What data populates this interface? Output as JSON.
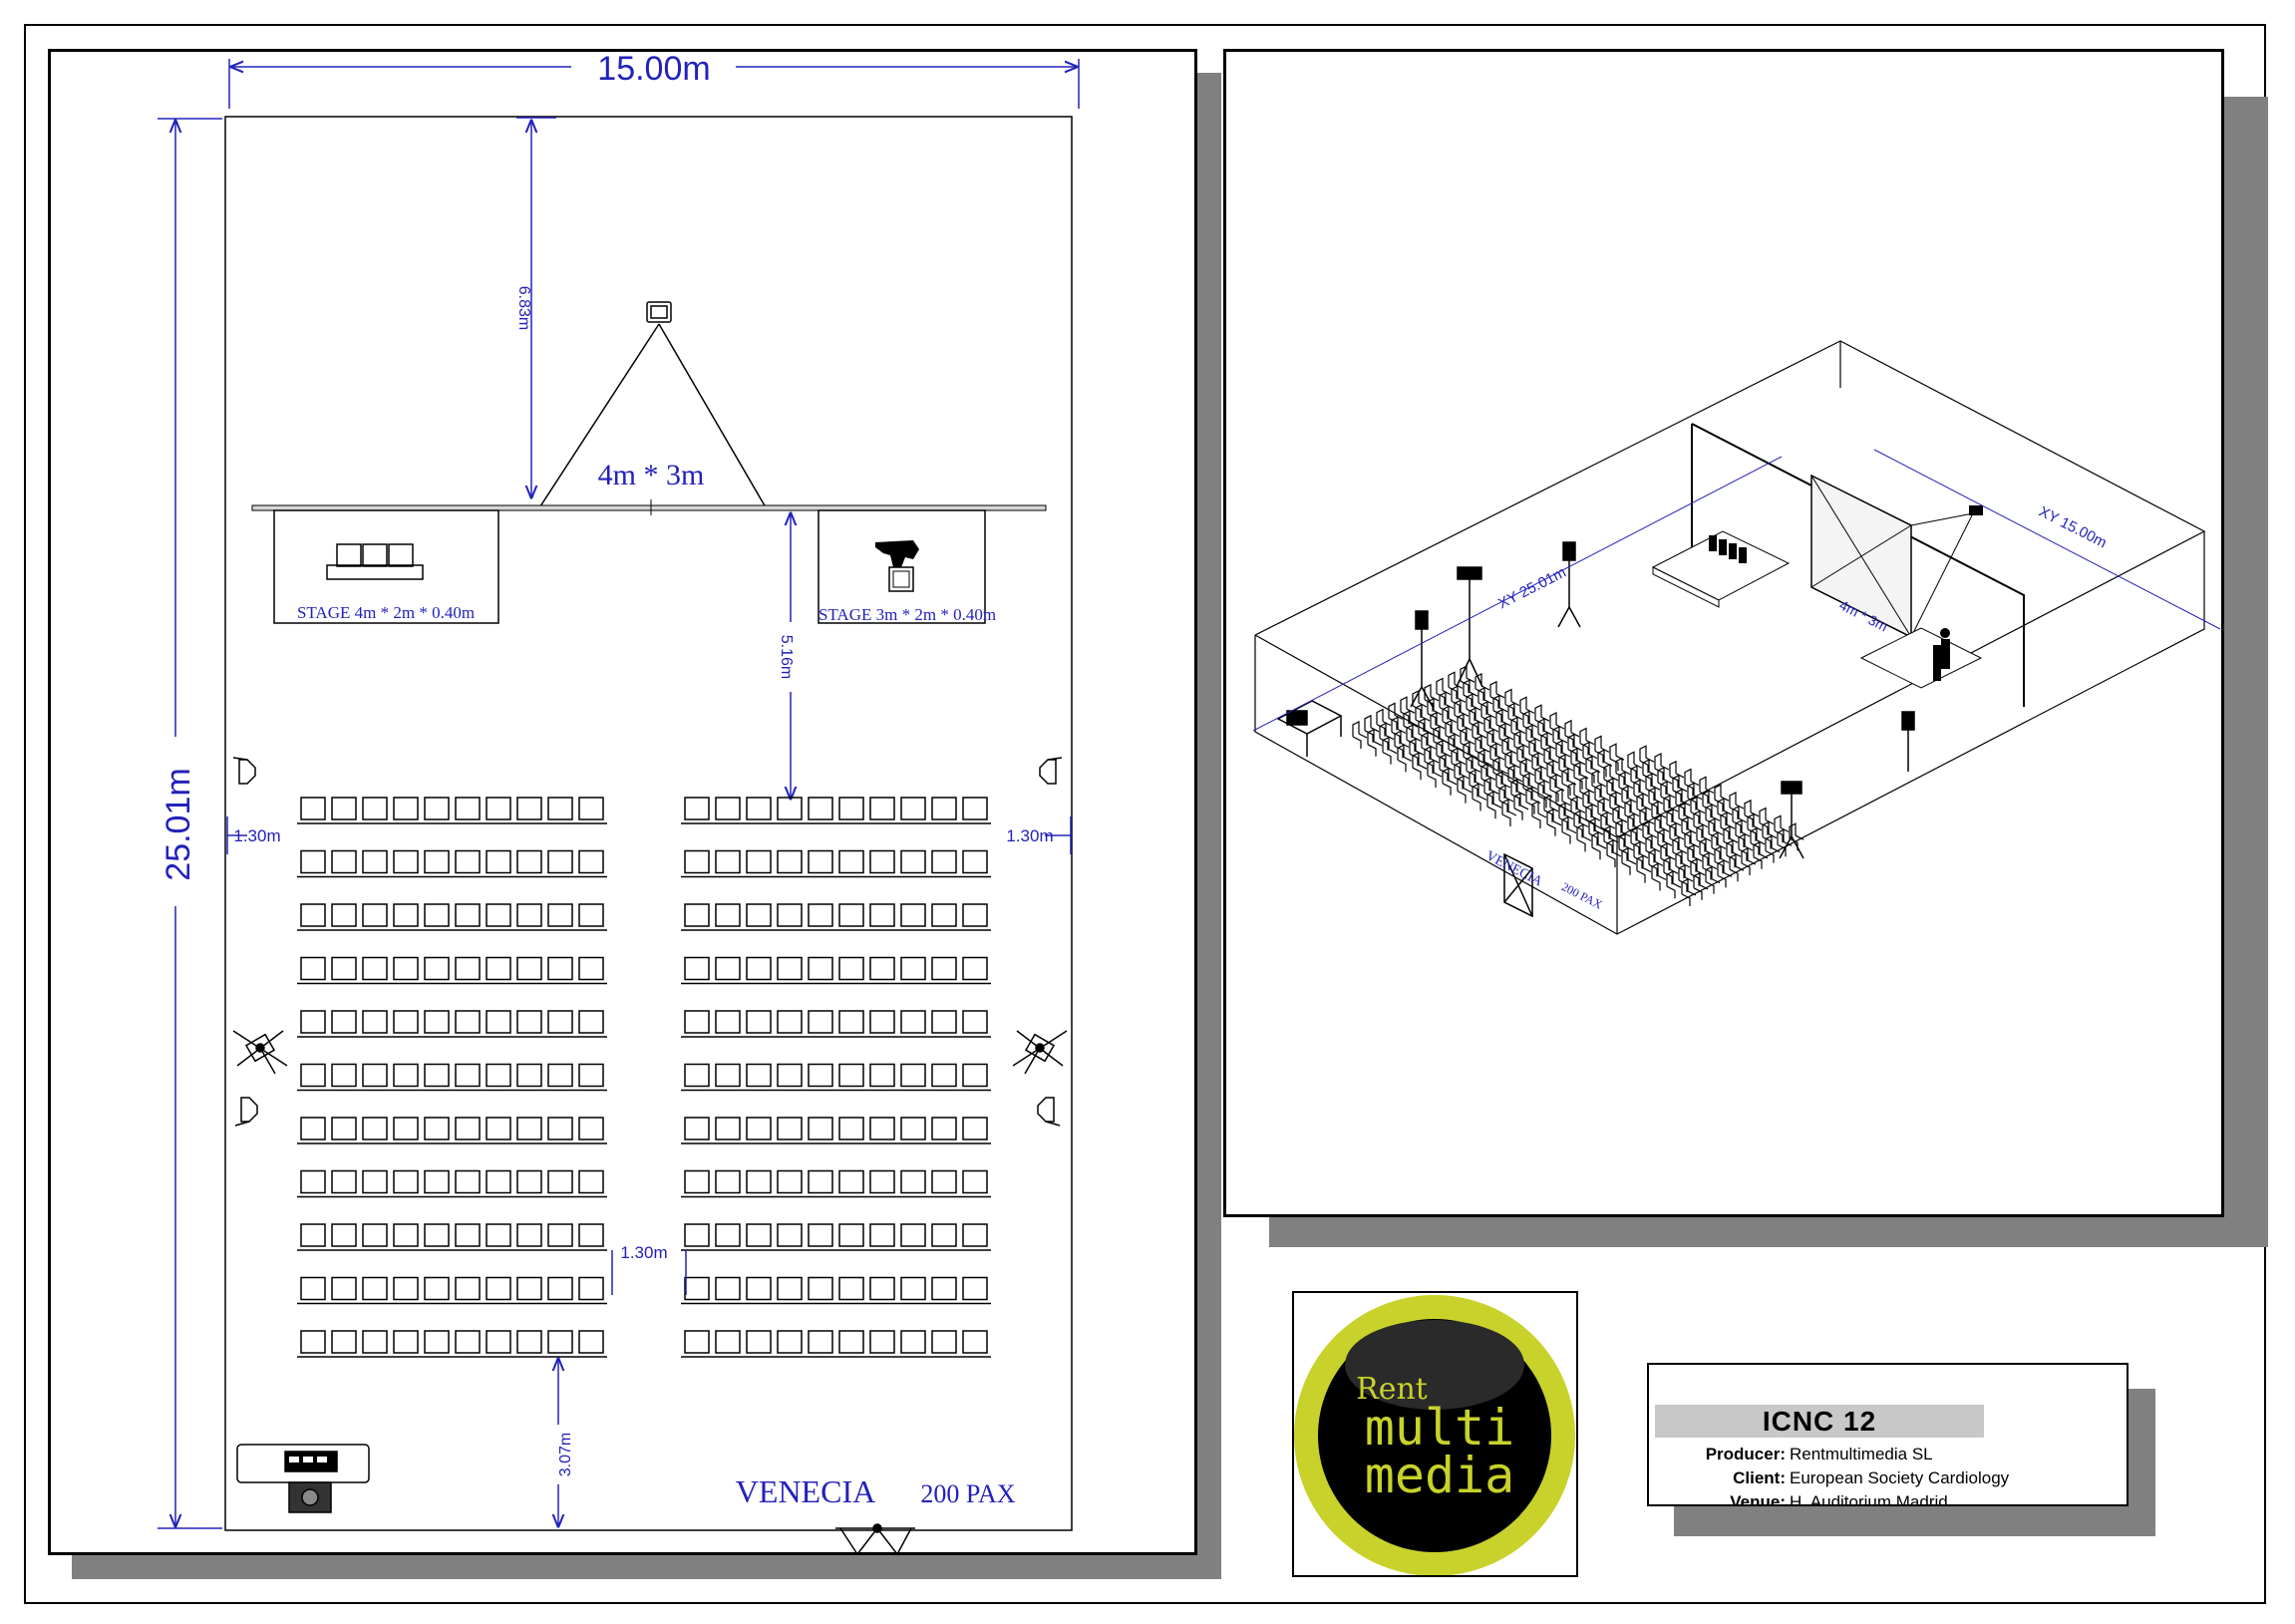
{
  "plan": {
    "width_dim": "15.00m",
    "length_dim": "25.01m",
    "dim_projector": "6.83m",
    "screen_size": "4m * 3m",
    "stage_left": "STAGE 4m * 2m * 0.40m",
    "stage_right": "STAGE 3m * 2m * 0.40m",
    "dim_stage_seats": "5.16m",
    "aisle_left": "1.30m",
    "aisle_right": "1.30m",
    "aisle_center": "1.30m",
    "dim_back": "3.07m",
    "room_name": "VENECIA",
    "capacity": "200 PAX",
    "seating": {
      "rows": 11,
      "seats_per_block": 10
    }
  },
  "iso": {
    "dim_xy_length": "XY 25.01m",
    "dim_xy_width": "XY 15.00m",
    "screen_size": "4m * 3m",
    "room_label": "VENECIA",
    "capacity": "200 PAX"
  },
  "logo": {
    "word1": "Rent",
    "word2": "multi",
    "word3": "media",
    "ring_color": "#c8d22a",
    "text_color": "#c8d22a"
  },
  "title_block": {
    "event": "ICNC 12",
    "producer_label": "Producer:",
    "producer": "Rentmultimedia SL",
    "client_label": "Client:",
    "client": "European Society Cardiology",
    "venue_label": "Venue:",
    "venue": "H. Auditorium Madrid"
  },
  "colors": {
    "dimension": "#2222bb",
    "line": "#000000",
    "shadow": "#808080"
  }
}
